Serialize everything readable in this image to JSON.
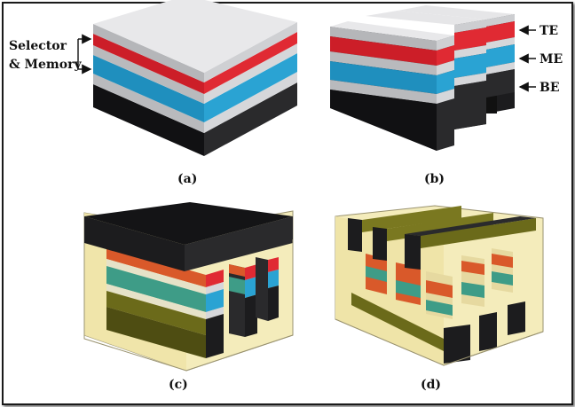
{
  "panels": {
    "a": {
      "caption": "(a)",
      "label_line1": "Selector",
      "label_line2": "& Memory"
    },
    "b": {
      "caption": "(b)",
      "te": "TE",
      "me": "ME",
      "be": "BE"
    },
    "c": {
      "caption": "(c)"
    },
    "d": {
      "caption": "(d)"
    }
  },
  "colors": {
    "gray": "#c8c9cd",
    "red": "#d9202b",
    "blue": "#1f9bcb",
    "black": "#1c1c1e",
    "orange": "#e0672a",
    "teal": "#3fa58c",
    "olive": "#6b6a1a",
    "yellow_box": "#f3e9b2"
  }
}
